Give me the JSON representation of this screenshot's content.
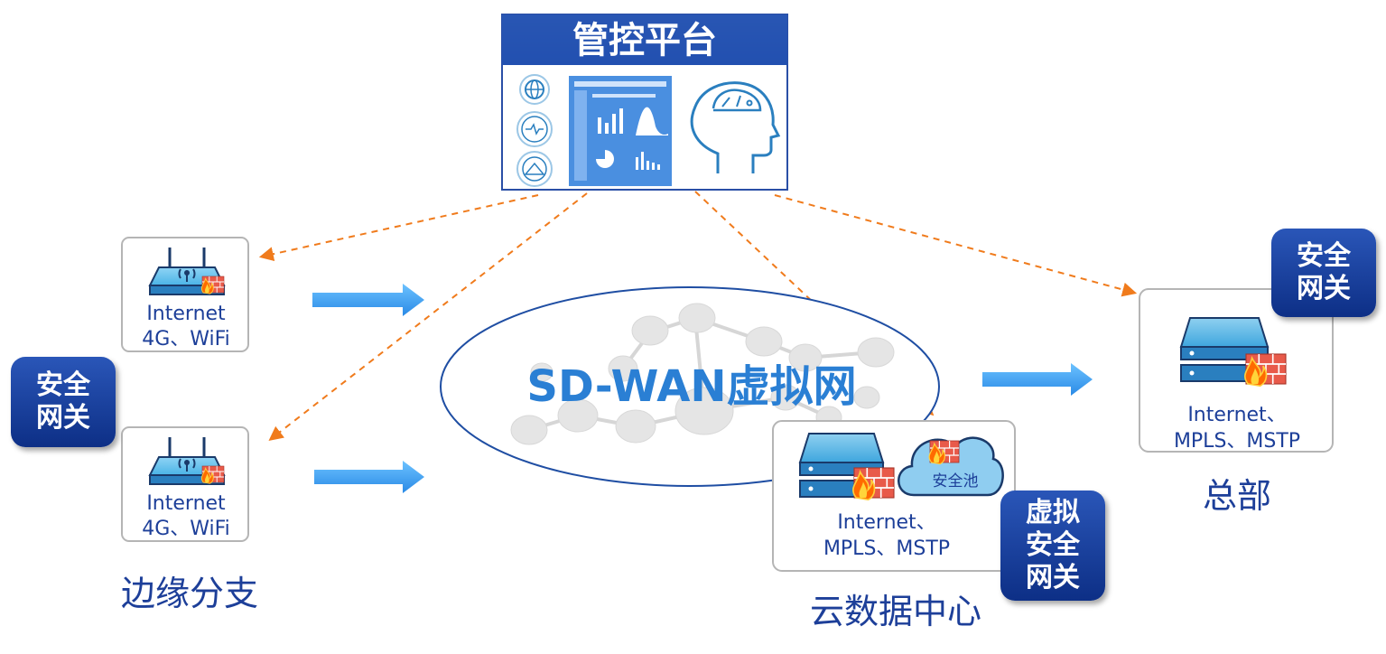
{
  "platform": {
    "title": "管控平台"
  },
  "center": {
    "title": "SD-WAN虚拟网"
  },
  "edge": {
    "region_label": "边缘分支",
    "gateway_badge": [
      "安全",
      "网关"
    ],
    "devices": [
      {
        "line1": "Internet",
        "line2": "4G、WiFi"
      },
      {
        "line1": "Internet",
        "line2": "4G、WiFi"
      }
    ]
  },
  "cloud_dc": {
    "region_label": "云数据中心",
    "card": {
      "line1": "Internet、",
      "line2": "MPLS、MSTP",
      "pool_label": "安全池"
    },
    "gateway_badge": [
      "虚拟",
      "安全",
      "网关"
    ]
  },
  "hq": {
    "region_label": "总部",
    "card": {
      "line1": "Internet、",
      "line2": "MPLS、MSTP"
    },
    "gateway_badge": [
      "安全",
      "网关"
    ]
  },
  "colors": {
    "primary_blue": "#1d3f99",
    "badge_blue": "#1b45a8",
    "arrow_blue": "#3fa0ef",
    "dashed_orange": "#f07b1c",
    "firewall_red": "#e85a4a",
    "device_teal": "#2a7fbf"
  },
  "icons": [
    "globe-icon",
    "monitor-icon",
    "radar-icon",
    "dashboard-icon",
    "ai-head-icon",
    "router-icon",
    "server-icon",
    "firewall-icon",
    "cloud-icon"
  ]
}
